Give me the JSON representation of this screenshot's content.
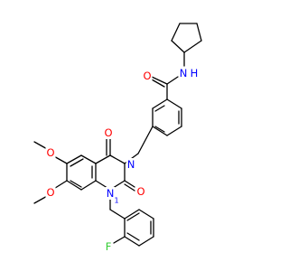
{
  "atoms": {
    "amide_O": {
      "text": "O",
      "color": "#ff0000"
    },
    "amide_N": {
      "text": "N",
      "color": "#0000ff"
    },
    "amide_H": {
      "text": "H",
      "color": "#0000ff"
    },
    "c4_O": {
      "text": "O",
      "color": "#ff0000"
    },
    "c2_O": {
      "text": "O",
      "color": "#ff0000"
    },
    "n3": {
      "text": "N",
      "color": "#0000ff"
    },
    "n1": {
      "text": "N",
      "color": "#0000ff"
    },
    "ome6_O": {
      "text": "O",
      "color": "#ff0000"
    },
    "ome7_O": {
      "text": "O",
      "color": "#ff0000"
    },
    "num1": {
      "text": "1",
      "color": "#0000ff"
    },
    "fluoro": {
      "text": "F",
      "color": "#33cc33"
    }
  }
}
